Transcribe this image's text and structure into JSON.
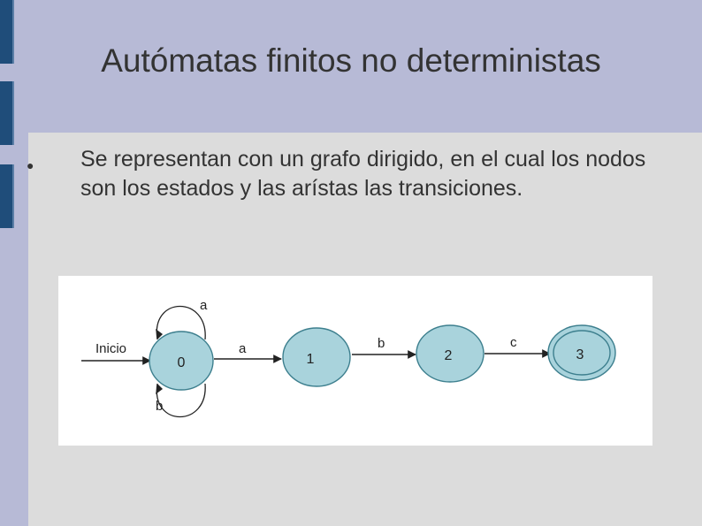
{
  "slide": {
    "title": "Autómatas finitos no deterministas",
    "bullet_symbol": "●",
    "bullet_text": "Se representan con un grafo dirigido, en el cual los nodos son los estados y las arístas las transiciones."
  },
  "diagram": {
    "start_label": "Inicio",
    "states": [
      "0",
      "1",
      "2",
      "3"
    ],
    "accepting_state": "3",
    "self_loops": [
      "a",
      "b"
    ],
    "transitions": [
      {
        "from": "0",
        "to": "1",
        "label": "a"
      },
      {
        "from": "1",
        "to": "2",
        "label": "b"
      },
      {
        "from": "2",
        "to": "3",
        "label": "c"
      }
    ]
  },
  "colors": {
    "background": "#b7bad6",
    "content_panel": "#dcdcdc",
    "accent_bar": "#1f4d7a",
    "state_fill": "#a9d3dc",
    "state_stroke": "#3d7f8e"
  }
}
